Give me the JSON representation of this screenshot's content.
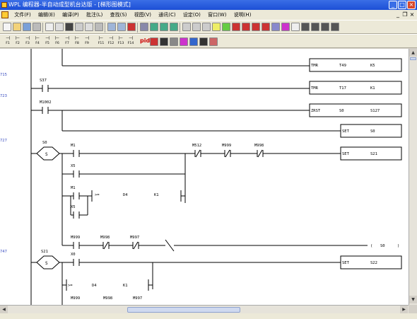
{
  "window": {
    "title": "WPL 编程器-半自动成型机台达版 - [梯形图模式]"
  },
  "menu": [
    "文件(F)",
    "编辑(E)",
    "编译(P)",
    "批注(L)",
    "查找(S)",
    "视图(V)",
    "通讯(C)",
    "设定(O)",
    "窗口(W)",
    "说明(H)"
  ],
  "toolbar2": {
    "fkeys": [
      "F1",
      "F2",
      "F3",
      "F4",
      "F5",
      "F6",
      "F7",
      "F8",
      "F9",
      "F11",
      "F12",
      "F13",
      "F14"
    ],
    "pid": "pid"
  },
  "rungs": [
    {
      "step": "",
      "coil": {
        "op": "TMR",
        "a": "T49",
        "b": "K5"
      }
    },
    {
      "step": "715",
      "contacts": [
        "S37"
      ],
      "coil": {
        "op": "TMR",
        "a": "T17",
        "b": "K1"
      }
    },
    {
      "step": "723",
      "contacts": [
        "M1002"
      ],
      "coil": {
        "op": "ZRST",
        "a": "S0",
        "b": "S127"
      }
    },
    {
      "step": "",
      "coil": {
        "op": "SET",
        "a": "S0",
        "b": ""
      }
    },
    {
      "step": "727",
      "state": "S0",
      "contacts": [
        "M1",
        "X5",
        "M1",
        "X5",
        "M512",
        "M999",
        "M998",
        "M999",
        "M998",
        "M997"
      ],
      "compare": {
        "op": ">=",
        "a": "D4",
        "b": "K1"
      },
      "coil": {
        "op": "SET",
        "a": "S21",
        "b": ""
      },
      "coil2": {
        "paren_l": "(",
        "name": "S0",
        "paren_r": ")"
      }
    },
    {
      "step": "747",
      "state": "S21",
      "contacts": [
        "X0",
        "M999",
        "M998",
        "M997"
      ],
      "compare": {
        "op": ">=",
        "a": "D4",
        "b": "K1"
      },
      "coil": {
        "op": "SET",
        "a": "S22",
        "b": ""
      }
    }
  ],
  "colors": {
    "step": "#3a4ec0",
    "ladder": "#000000",
    "title_bar": "#1c4fd6"
  }
}
